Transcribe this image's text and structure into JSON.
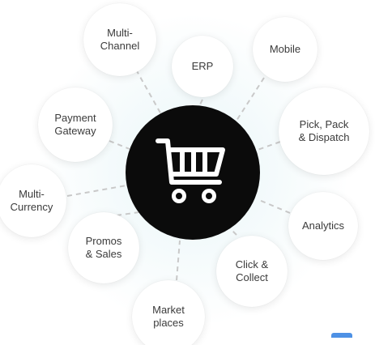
{
  "hub": {
    "icon": "shopping-cart-icon"
  },
  "nodes": [
    {
      "key": "multi-channel",
      "label": "Multi-\nChannel"
    },
    {
      "key": "erp",
      "label": "ERP"
    },
    {
      "key": "mobile",
      "label": "Mobile"
    },
    {
      "key": "payment-gateway",
      "label": "Payment\nGateway"
    },
    {
      "key": "pick-pack-dispatch",
      "label": "Pick, Pack\n& Dispatch"
    },
    {
      "key": "multi-currency",
      "label": "Multi-\nCurrency"
    },
    {
      "key": "analytics",
      "label": "Analytics"
    },
    {
      "key": "promos-sales",
      "label": "Promos\n& Sales"
    },
    {
      "key": "click-collect",
      "label": "Click &\nCollect"
    },
    {
      "key": "market-places",
      "label": "Market\nplaces"
    }
  ],
  "colors": {
    "hub": "#0b0b0b",
    "node_bg": "#ffffff",
    "label": "#3b3b3b",
    "connector": "#c9c9c9"
  }
}
